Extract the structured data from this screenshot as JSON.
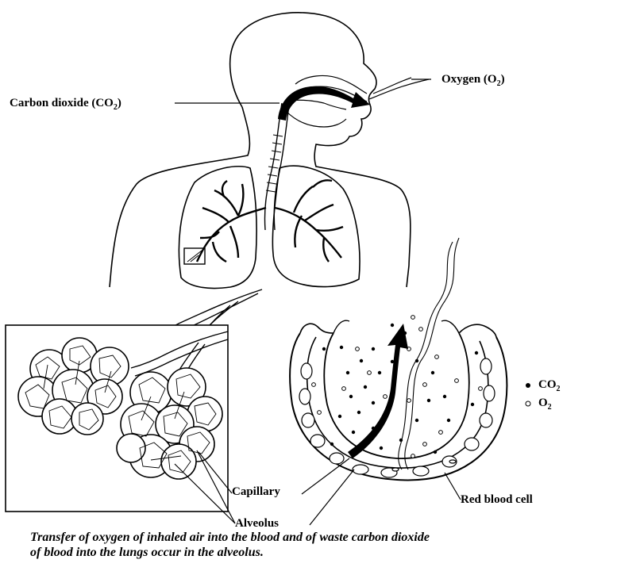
{
  "labels": {
    "oxygen": "Oxygen (O",
    "oxygen_sub": "2",
    "oxygen_close": ")",
    "carbon_dioxide": "Carbon dioxide (CO",
    "carbon_dioxide_sub": "2",
    "carbon_dioxide_close": ")",
    "capillary": "Capillary",
    "red_blood_cell": "Red blood cell",
    "alveolus": "Alveolus"
  },
  "legend": {
    "co2": "CO",
    "co2_sub": "2",
    "o2": "O",
    "o2_sub": "2"
  },
  "caption": {
    "line1": "Transfer of oxygen of inhaled air into the blood and of waste carbon dioxide",
    "line2": "of blood into the lungs occur in the alveolus."
  }
}
